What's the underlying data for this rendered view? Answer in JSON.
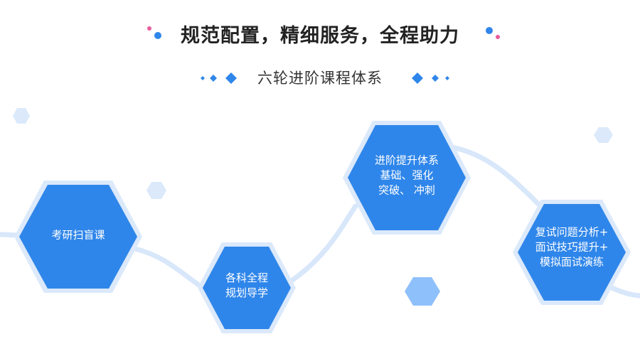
{
  "header": {
    "title": "规范配置，精细服务，全程助力",
    "subtitle": "六轮进阶课程体系"
  },
  "colors": {
    "hex_fill": "#2f86ea",
    "hex_border": "#dbe9fb",
    "connector": "#d8e7fa",
    "deco_light": "#dbe9fb",
    "deco_medium": "#8ec0fb",
    "dot_blue": "#2f86ea",
    "dot_pink": "#ea5a9a",
    "diamond": "#2f86ea"
  },
  "stages": [
    {
      "id": "stage-1",
      "lines": [
        "考研扫盲课"
      ]
    },
    {
      "id": "stage-2",
      "lines": [
        "各科全程",
        "规划导学"
      ]
    },
    {
      "id": "stage-3",
      "lines": [
        "进阶提升体系",
        "基础、强化",
        "突破、 冲刺"
      ]
    },
    {
      "id": "stage-4",
      "lines": [
        "复试问题分析+",
        "面试技巧提升+",
        "模拟面试演练"
      ]
    }
  ]
}
